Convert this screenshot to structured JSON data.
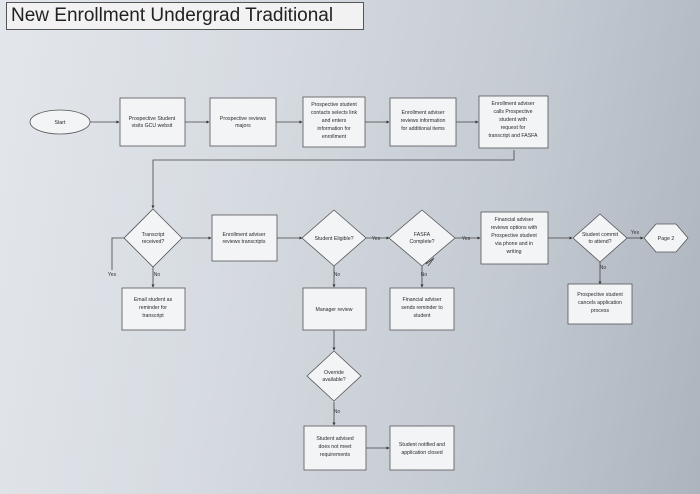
{
  "title": "New Enrollment Undergrad Traditional",
  "nodes": {
    "start": "Start",
    "visit": [
      "Prospective Student",
      "visits GCU websit"
    ],
    "reviews_majors": [
      "Prospective reviews",
      "majors"
    ],
    "contacts": [
      "Prospective student",
      "contacts selects link",
      "and enters",
      "information for",
      "enrollment"
    ],
    "adviser_reviews_info": [
      "Enrollment adviser",
      "reviews information",
      "for additional items"
    ],
    "adviser_calls": [
      "Enrollment adviser",
      "calls Prospective",
      "student with",
      "request for",
      "transcript and FASFA"
    ],
    "transcript_received": [
      "Transcript",
      "received?"
    ],
    "reviews_transcripts": [
      "Enrollment adviser",
      "reviews transcripts"
    ],
    "eligible": [
      "Student Eligible?"
    ],
    "fasfa": [
      "FASFA",
      "Complete?"
    ],
    "financial_reviews": [
      "Financial adviser",
      "reviews options with",
      "Prospective student",
      "via phone and in",
      "writing"
    ],
    "commit": [
      "Student commit",
      "to attend?"
    ],
    "page2": [
      "Page 2"
    ],
    "email_reminder": [
      "Email student as",
      "reminder for",
      "transcript"
    ],
    "manager_review": [
      "Manager review"
    ],
    "financial_reminder": [
      "Financial adviser",
      "sends reminder to",
      "student"
    ],
    "cancels": [
      "Prospective student",
      "cancels application",
      "process"
    ],
    "override": [
      "Override",
      "available?"
    ],
    "not_meet": [
      "Student advised",
      "does not meet",
      "requirements"
    ],
    "notified": [
      "Student notified and",
      "application closed"
    ]
  },
  "labels": {
    "yes": "Yes",
    "no": "No"
  }
}
